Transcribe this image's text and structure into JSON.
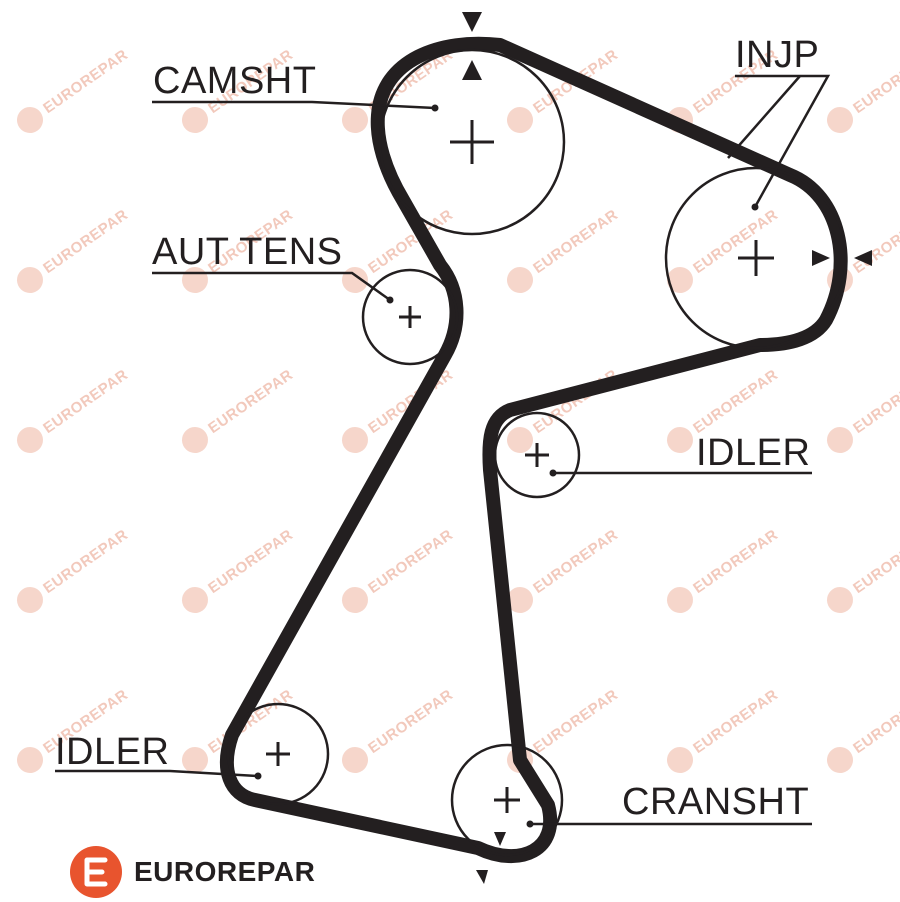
{
  "labels": {
    "camshaft": "CAMSHT",
    "injection_pump": "INJP",
    "auto_tensioner": "AUT TENS",
    "idler_right": "IDLER",
    "idler_left": "IDLER",
    "crankshaft": "CRANSHT"
  },
  "watermark": {
    "text": "EUROREPAR",
    "color": "#f2c9bc"
  },
  "brand": {
    "name": "EUROREPAR",
    "logo_color": "#e8542e"
  },
  "colors": {
    "ink": "#231f20",
    "background": "#ffffff"
  }
}
